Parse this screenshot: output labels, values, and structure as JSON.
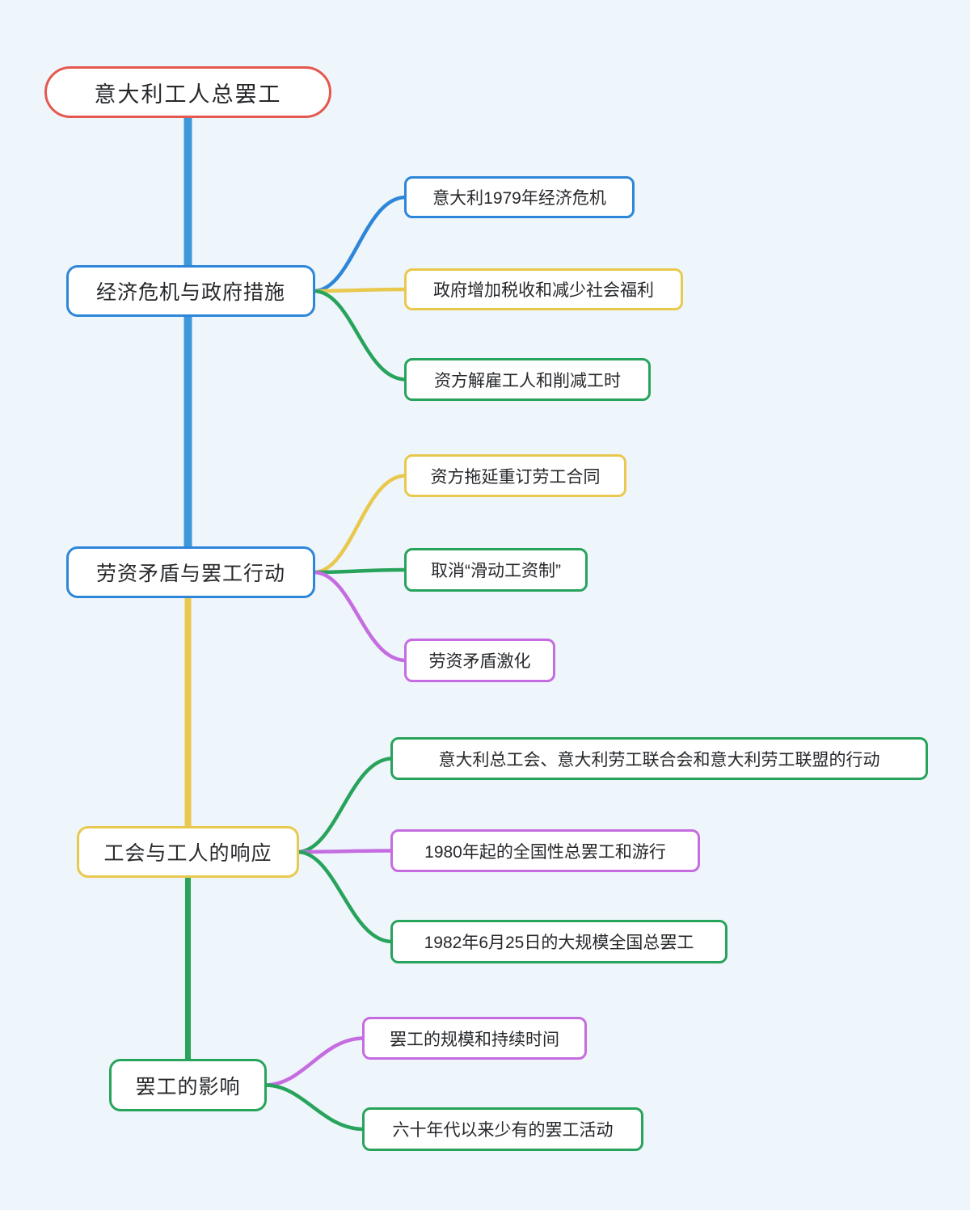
{
  "page": {
    "background": "#eef5fb",
    "node_background": "#ffffff",
    "text_color": "#26282b"
  },
  "root": {
    "label": "意大利工人总罢工",
    "color": "#e5584e"
  },
  "spine": [
    {
      "color": "#3d98d9"
    },
    {
      "color": "#e9c84e"
    },
    {
      "color": "#28a35c"
    }
  ],
  "branches": [
    {
      "label": "经济危机与政府措施",
      "color": "#2e86d9",
      "children": [
        {
          "label": "意大利1979年经济危机",
          "color": "#2e86d9"
        },
        {
          "label": "政府增加税收和减少社会福利",
          "color": "#e9c84e"
        },
        {
          "label": "资方解雇工人和削减工时",
          "color": "#28a35c"
        }
      ]
    },
    {
      "label": "劳资矛盾与罢工行动",
      "color": "#2e86d9",
      "children": [
        {
          "label": "资方拖延重订劳工合同",
          "color": "#e9c84e"
        },
        {
          "label": "取消“滑动工资制”",
          "color": "#28a35c"
        },
        {
          "label": "劳资矛盾激化",
          "color": "#c56ce0"
        }
      ]
    },
    {
      "label": "工会与工人的响应",
      "color": "#e9c84e",
      "children": [
        {
          "label": "意大利总工会、意大利劳工联合会和意大利劳工联盟的行动",
          "color": "#28a35c"
        },
        {
          "label": "1980年起的全国性总罢工和游行",
          "color": "#c56ce0"
        },
        {
          "label": "1982年6月25日的大规模全国总罢工",
          "color": "#28a35c"
        }
      ]
    },
    {
      "label": "罢工的影响",
      "color": "#28a35c",
      "children": [
        {
          "label": "罢工的规模和持续时间",
          "color": "#c56ce0"
        },
        {
          "label": "六十年代以来少有的罢工活动",
          "color": "#28a35c"
        }
      ]
    }
  ]
}
